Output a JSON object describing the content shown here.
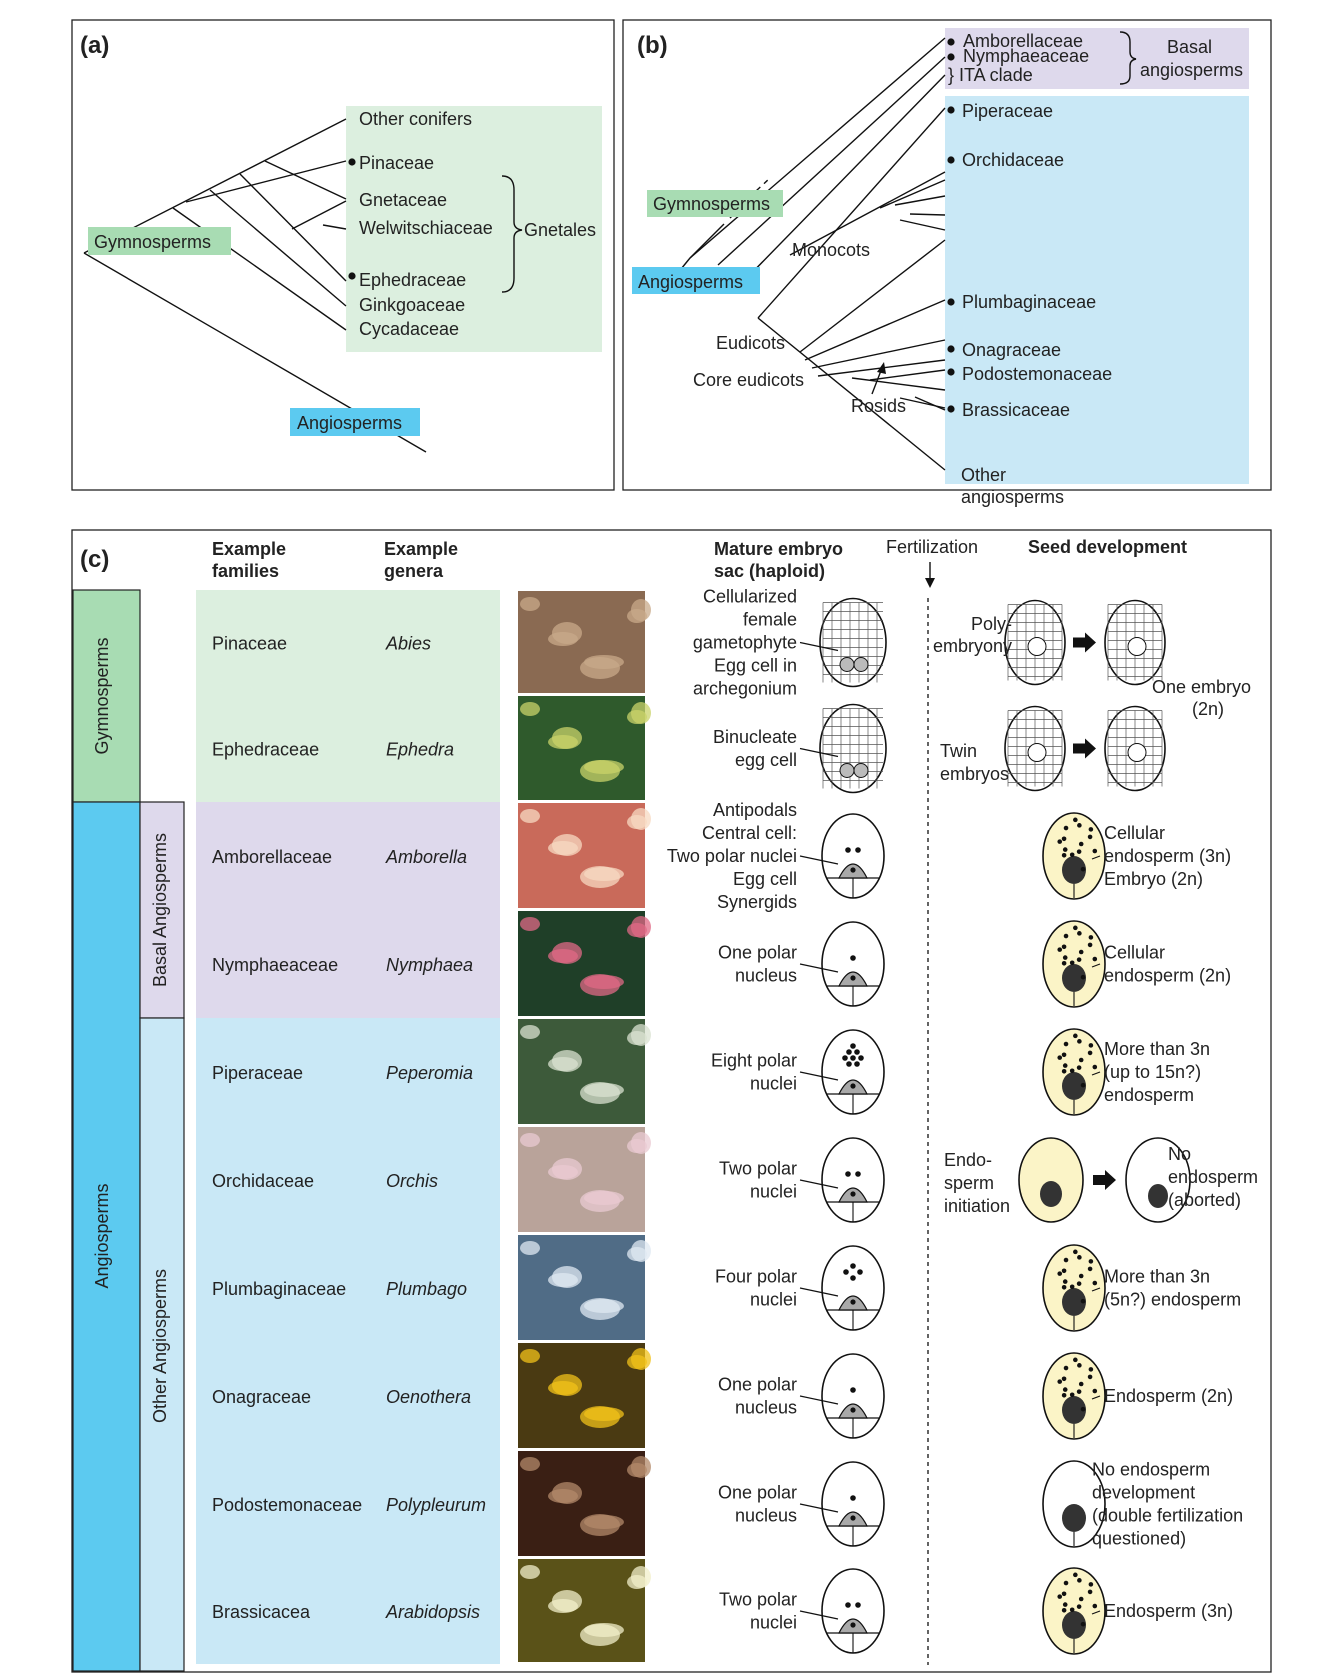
{
  "panels": {
    "a": {
      "label": "(a)",
      "taxa": [
        "Other conifers",
        "Pinaceae",
        "Gnetaceae",
        "Welwitschiaceae",
        "Ephedraceae",
        "Ginkgoaceae",
        "Cycadaceae"
      ],
      "group_label": "Gnetales",
      "gymnosperms": "Gymnosperms",
      "angiosperms": "Angiosperms"
    },
    "b": {
      "label": "(b)",
      "basal_taxa": [
        "Amborellaceae",
        "Nymphaeaceae",
        "} ITA clade"
      ],
      "basal_label": [
        "Basal",
        "angiosperms"
      ],
      "taxa": [
        "Piperaceae",
        "Orchidaceae",
        "Plumbaginaceae",
        "Onagraceae",
        "Podostemonaceae",
        "Brassicaceae"
      ],
      "other": [
        "Other",
        "angiosperms"
      ],
      "gymnosperms": "Gymnosperms",
      "angiosperms": "Angiosperms",
      "monocots": "Monocots",
      "eudicots": "Eudicots",
      "core_eudicots": "Core eudicots",
      "rosids": "Rosids"
    },
    "c": {
      "label": "(c)",
      "headers": {
        "families": [
          "Example",
          "families"
        ],
        "genera": [
          "Example",
          "genera"
        ],
        "embryo_sac": [
          "Mature embryo",
          "sac (haploid)"
        ],
        "fertilization": "Fertilization",
        "seed": "Seed development"
      },
      "side_labels": {
        "gymnosperms": "Gymnosperms",
        "angiosperms": "Angiosperms",
        "basal": "Basal Angiosperms",
        "other": "Other Angiosperms"
      },
      "rows": [
        {
          "family": "Pinaceae",
          "genus": "Abies",
          "photo": "abies-photo",
          "sac": [
            "Cellularized",
            "female",
            "gametophyte",
            "Egg cell in",
            "archegonium"
          ],
          "seed": [
            "Poly-",
            "embryony",
            "One embryo",
            "(2n)"
          ]
        },
        {
          "family": "Ephedraceae",
          "genus": "Ephedra",
          "photo": "ephedra-photo",
          "sac": [
            "Binucleate",
            "egg cell"
          ],
          "seed": [
            "Twin",
            "embryos"
          ]
        },
        {
          "family": "Amborellaceae",
          "genus": "Amborella",
          "photo": "amborella-photo",
          "sac": [
            "Antipodals",
            "Central cell:",
            "Two polar nuclei",
            "Egg cell",
            "Synergids"
          ],
          "seed": [
            "Cellular",
            "endosperm (3n)",
            "Embryo (2n)"
          ]
        },
        {
          "family": "Nymphaeaceae",
          "genus": "Nymphaea",
          "photo": "nymphaea-photo",
          "sac": [
            "One polar",
            "nucleus"
          ],
          "seed": [
            "Cellular",
            "endosperm (2n)"
          ]
        },
        {
          "family": "Piperaceae",
          "genus": "Peperomia",
          "photo": "peperomia-photo",
          "sac": [
            "Eight polar",
            "nuclei"
          ],
          "seed": [
            "More than 3n",
            "(up to 15n?)",
            "endosperm"
          ]
        },
        {
          "family": "Orchidaceae",
          "genus": "Orchis",
          "photo": "orchis-photo",
          "sac": [
            "Two polar",
            "nuclei"
          ],
          "seed": [
            "Endo-",
            "sperm",
            "initiation",
            "No",
            "endosperm",
            "(aborted)"
          ]
        },
        {
          "family": "Plumbaginaceae",
          "genus": "Plumbago",
          "photo": "plumbago-photo",
          "sac": [
            "Four polar",
            "nuclei"
          ],
          "seed": [
            "More than 3n",
            "(5n?) endosperm"
          ]
        },
        {
          "family": "Onagraceae",
          "genus": "Oenothera",
          "photo": "oenothera-photo",
          "sac": [
            "One polar",
            "nucleus"
          ],
          "seed": [
            "Endosperm (2n)"
          ]
        },
        {
          "family": "Podostemonaceae",
          "genus": "Polypleurum",
          "photo": "polypleurum-photo",
          "sac": [
            "One polar",
            "nucleus"
          ],
          "seed": [
            "No endosperm",
            "development",
            "(double fertilization",
            "questioned)"
          ]
        },
        {
          "family": "Brassicacea",
          "genus": "Arabidopsis",
          "photo": "arabidopsis-photo",
          "sac": [
            "Two polar",
            "nuclei"
          ],
          "seed": [
            "Endosperm (3n)"
          ]
        }
      ]
    }
  },
  "colors": {
    "gymno_green": "#dcefdf",
    "gymno_tag": "#a8dcb3",
    "angio_blue": "#c9e8f6",
    "angio_tag": "#5ccaf0",
    "angio_bar": "#5ccaf0",
    "basal_purple": "#ded9ec",
    "endosperm_yellow": "#fbf4c7"
  }
}
